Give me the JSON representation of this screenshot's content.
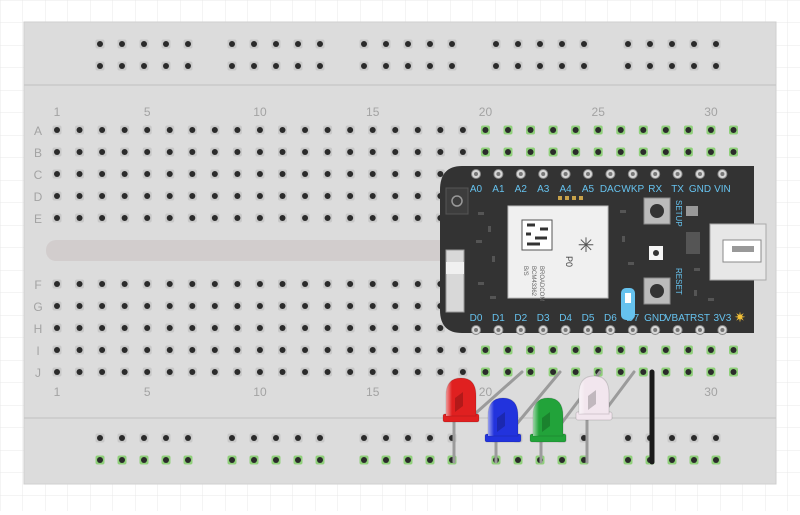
{
  "breadboard": {
    "row_letters": [
      "A",
      "B",
      "C",
      "D",
      "E",
      "F",
      "G",
      "H",
      "I",
      "J"
    ],
    "column_numbers": [
      "1",
      "5",
      "10",
      "15",
      "20",
      "25",
      "30"
    ]
  },
  "photon": {
    "top_pins": [
      "A0",
      "A1",
      "A2",
      "A3",
      "A4",
      "A5",
      "DAC",
      "WKP",
      "RX",
      "TX",
      "GND",
      "VIN"
    ],
    "bottom_pins": [
      "D0",
      "D1",
      "D2",
      "D3",
      "D4",
      "D5",
      "D6",
      "D7",
      "GND",
      "VBAT",
      "RST",
      "3V3"
    ],
    "setup_label": "SETUP",
    "reset_label": "RESET",
    "module_label": "P0",
    "module_text_1": "BROADCOM",
    "module_text_2": "BCM43362",
    "module_text_3": "B/S"
  },
  "leds": [
    {
      "color": "red",
      "hex": "#e02020"
    },
    {
      "color": "blue",
      "hex": "#2233dd"
    },
    {
      "color": "green",
      "hex": "#22a33a"
    },
    {
      "color": "white",
      "hex": "#f2e6ee"
    }
  ],
  "colors": {
    "board": "#dcdcdc",
    "hole": "#2b2b2b",
    "hole_active": "#8fd07a",
    "label": "#a3a3a3",
    "pcb": "#333333",
    "pin_label": "#66c2ee"
  }
}
